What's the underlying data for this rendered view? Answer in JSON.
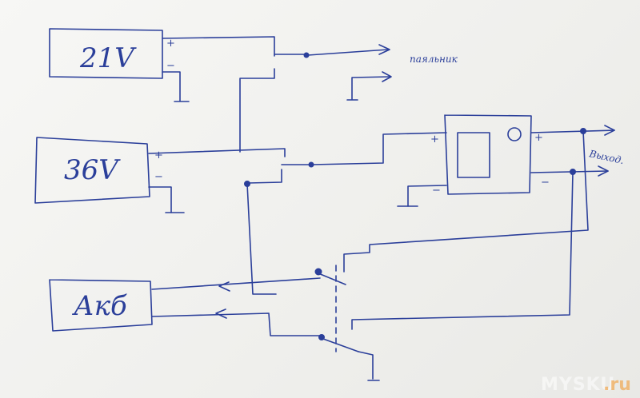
{
  "supplies": {
    "v21_label": "21V",
    "v36_label": "36V",
    "battery_label": "Акб"
  },
  "outputs": {
    "cooker_label": "паяльник",
    "output_label": "Выход."
  },
  "polarity": {
    "plus": "+",
    "minus": "−"
  },
  "watermark": {
    "brand_left": "MYSKU",
    "brand_right": ".ru"
  }
}
